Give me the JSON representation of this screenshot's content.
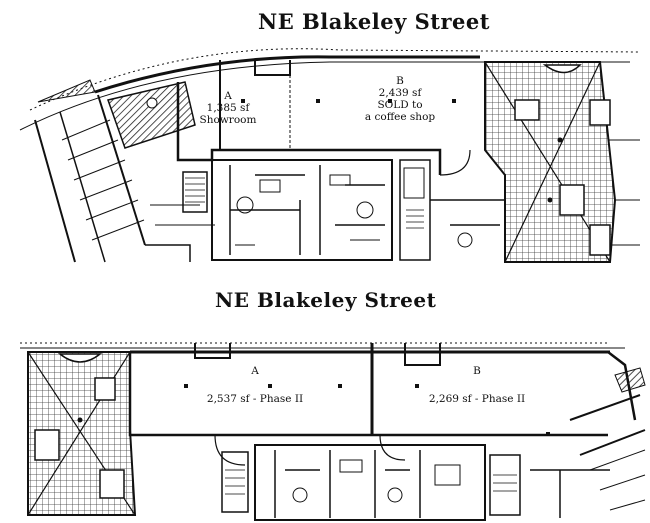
{
  "titles": {
    "top": "NE Blakeley Street",
    "bottom": "NE Blakeley Street"
  },
  "top_plan": {
    "unit_a": {
      "letter": "A",
      "area": "1,385 sf",
      "note": "Showroom"
    },
    "unit_b": {
      "letter": "B",
      "area": "2,439 sf",
      "note1": "SOLD to",
      "note2": "a coffee shop"
    }
  },
  "bottom_plan": {
    "unit_a": {
      "letter": "A",
      "area": "2,537 sf - Phase II"
    },
    "unit_b": {
      "letter": "B",
      "area": "2,269 sf - Phase II"
    }
  }
}
